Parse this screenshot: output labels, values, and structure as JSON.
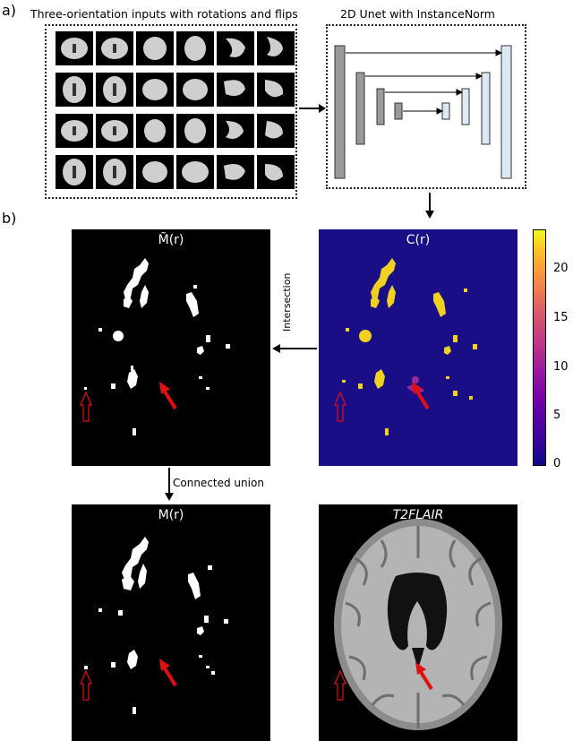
{
  "panel_a": {
    "label": "a)",
    "inputs_title": "Three-orientation inputs with rotations and flips",
    "unet_title": "2D Unet with InstanceNorm"
  },
  "panel_b": {
    "label": "b)",
    "mtilde_title": "M̃(r)",
    "cmap_title": "C(r)",
    "m_title": "M(r)",
    "flair_title": "T2FLAIR",
    "intersection_label": "Intersection",
    "union_label": "Connected union",
    "colorbar_ticks": [
      "20",
      "15",
      "10",
      "5",
      "0"
    ]
  },
  "colors": {
    "lesion_yellow": "#f0d020",
    "cmap_bg": "#1a0e86",
    "arrow_red": "#e01010",
    "unet_block": "#9a9a9a",
    "unet_block_light": "#dce8f4"
  }
}
